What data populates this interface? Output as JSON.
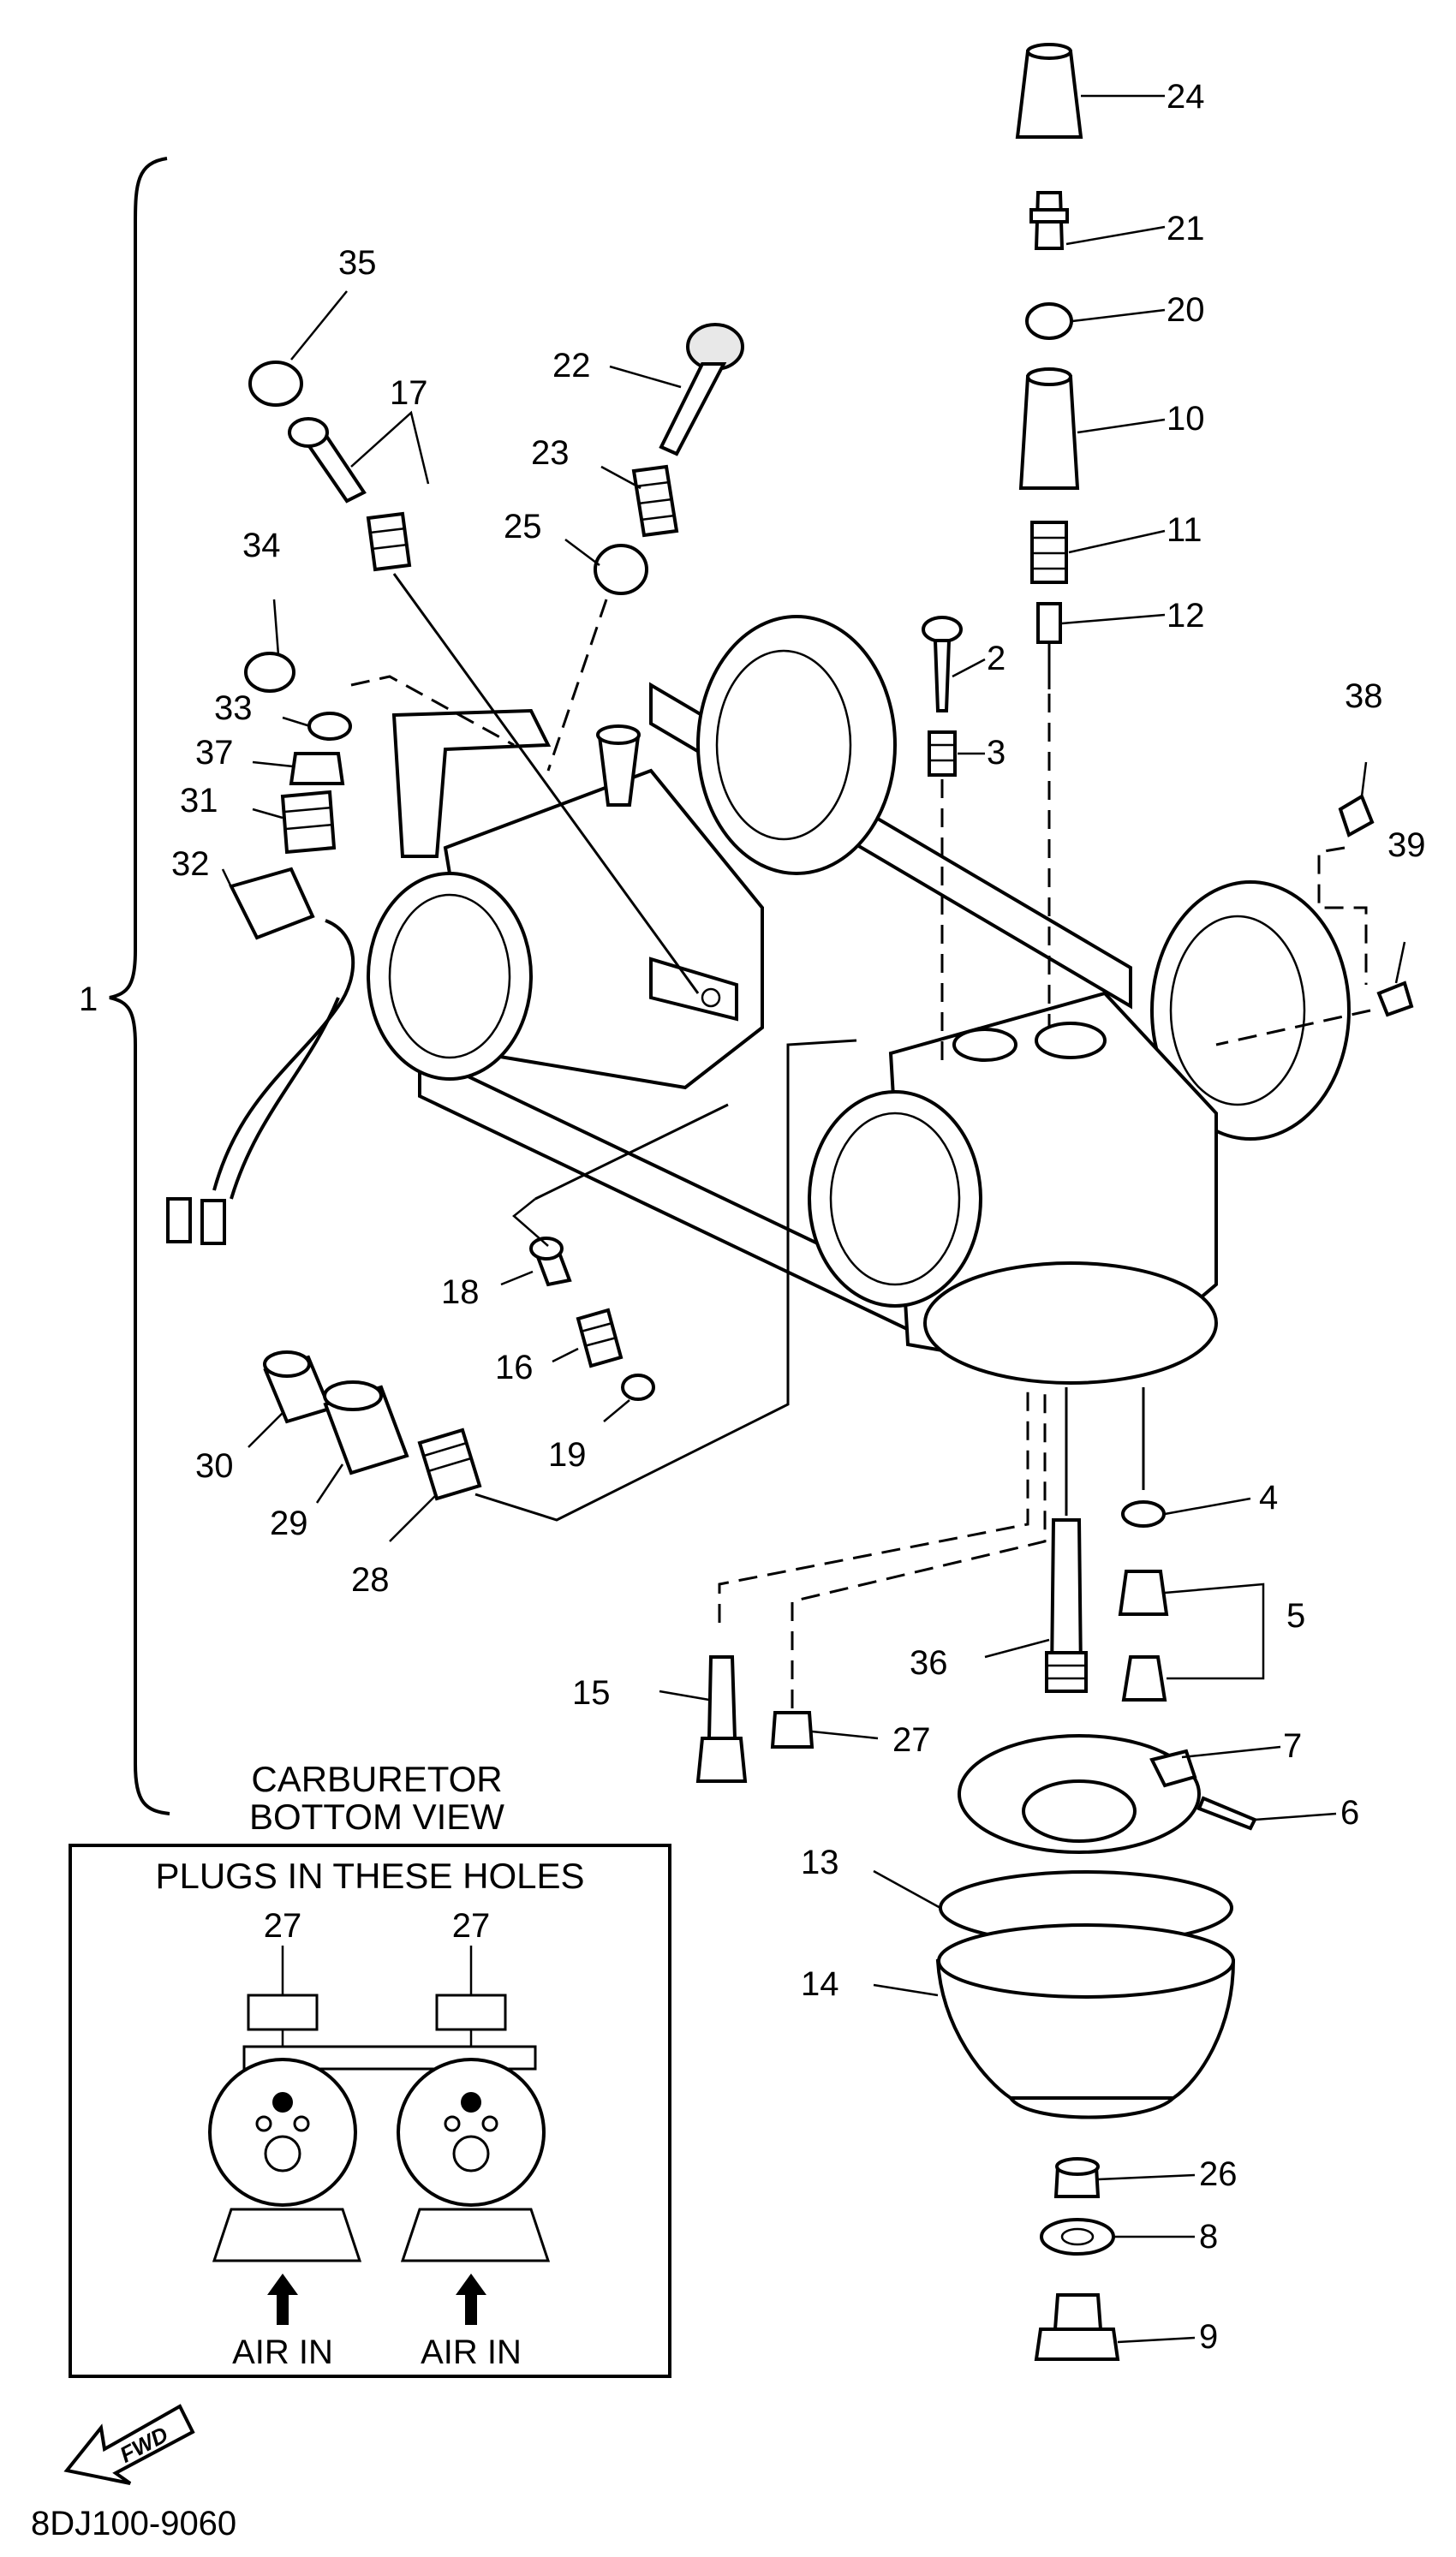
{
  "diagram": {
    "part_code": "8DJ100-9060",
    "callouts": {
      "assembly": "1",
      "p2": "2",
      "p3": "3",
      "p4": "4",
      "p5": "5",
      "p6": "6",
      "p7": "7",
      "p8": "8",
      "p9": "9",
      "p10": "10",
      "p11": "11",
      "p12": "12",
      "p13": "13",
      "p14": "14",
      "p15": "15",
      "p16": "16",
      "p17": "17",
      "p18": "18",
      "p19": "19",
      "p20": "20",
      "p21": "21",
      "p22": "22",
      "p23": "23",
      "p24": "24",
      "p25": "25",
      "p26": "26",
      "p27": "27",
      "p28": "28",
      "p29": "29",
      "p30": "30",
      "p31": "31",
      "p32": "32",
      "p33": "33",
      "p34": "34",
      "p35": "35",
      "p36": "36",
      "p37": "37",
      "p38": "38",
      "p39": "39"
    },
    "inset": {
      "title_line1": "CARBURETOR",
      "title_line2": "BOTTOM VIEW",
      "box_title": "PLUGS IN THESE HOLES",
      "plug_label_left": "27",
      "plug_label_right": "27",
      "air_left": "AIR IN",
      "air_right": "AIR IN"
    },
    "fwd_label": "FWD"
  }
}
